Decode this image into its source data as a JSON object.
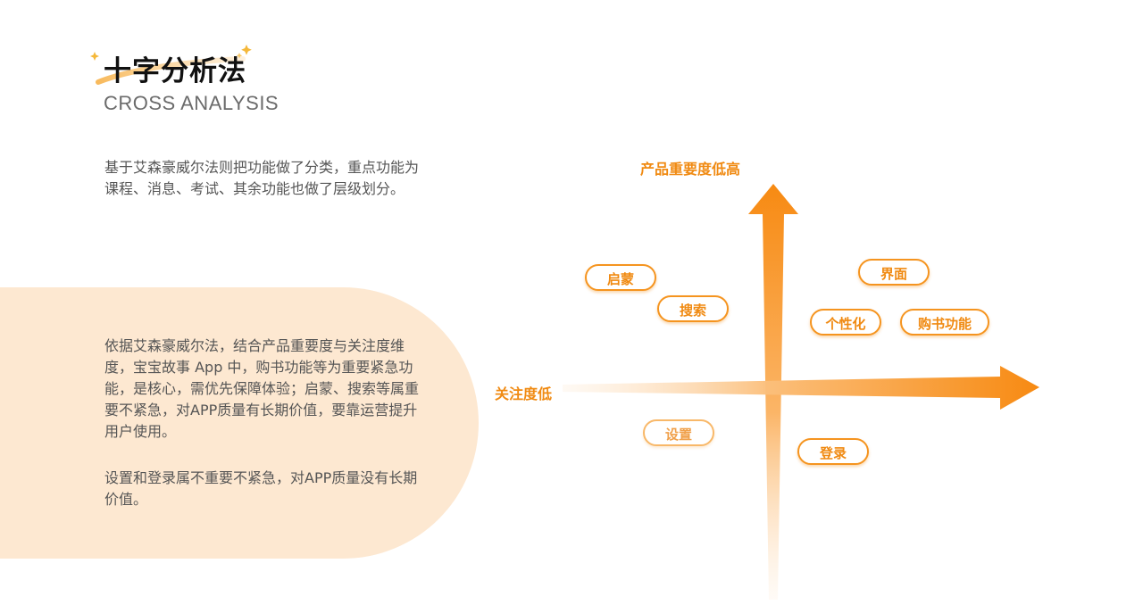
{
  "header": {
    "title": "十字分析法",
    "subtitle": "CROSS ANALYSIS"
  },
  "intro": {
    "text": "基于艾森豪威尔法则把功能做了分类，重点功能为课程、消息、考试、其余功能也做了层级划分。"
  },
  "panel": {
    "paragraph1": "依据艾森豪威尔法，结合产品重要度与关注度维度，宝宝故事 App 中，购书功能等为重要紧急功能，是核心，需优先保障体验；启蒙、搜索等属重要不紧急，对APP质量有长期价值，要靠运营提升用户使用。",
    "paragraph2": "设置和登录属不重要不紧急，对APP质量没有长期价值。"
  },
  "diagram": {
    "y_axis_label": "产品重要度低高",
    "x_axis_label": "关注度低",
    "nodes": {
      "qimeng": "启蒙",
      "sousuo": "搜索",
      "jiemian": "界面",
      "gexinghua": "个性化",
      "goushu": "购书功能",
      "shezhi": "设置",
      "denglu": "登录"
    }
  },
  "colors": {
    "accent": "#f5941f",
    "accent_text": "#f08a12",
    "panel_bg": "#fde8d1",
    "title": "#111111",
    "body_text": "#555555"
  }
}
